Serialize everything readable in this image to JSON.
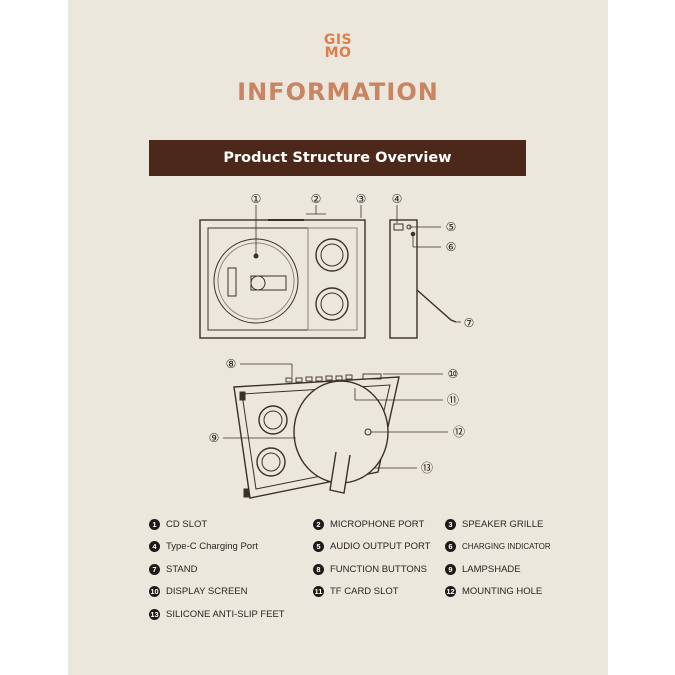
{
  "logo": {
    "line1": "GIS",
    "line2": "MO"
  },
  "title": "INFORMATION",
  "banner": "Product Structure Overview",
  "callouts": [
    "①",
    "②",
    "③",
    "④",
    "⑤",
    "⑥",
    "⑦",
    "⑧",
    "⑨",
    "⑩",
    "⑪",
    "⑫",
    "⑬"
  ],
  "legend": [
    {
      "num": "1",
      "label": "CD SLOT"
    },
    {
      "num": "2",
      "label": "MICROPHONE PORT"
    },
    {
      "num": "3",
      "label": "SPEAKER GRILLE"
    },
    {
      "num": "4",
      "label": "Type-C Charging Port"
    },
    {
      "num": "5",
      "label": "AUDIO OUTPUT PORT"
    },
    {
      "num": "6",
      "label": "CHARGING INDICATOR"
    },
    {
      "num": "7",
      "label": "STAND"
    },
    {
      "num": "8",
      "label": "FUNCTION BUTTONS"
    },
    {
      "num": "9",
      "label": "LAMPSHADE"
    },
    {
      "num": "10",
      "label": "DISPLAY SCREEN"
    },
    {
      "num": "11",
      "label": "TF CARD SLOT"
    },
    {
      "num": "12",
      "label": "MOUNTING HOLE"
    },
    {
      "num": "13",
      "label": "SILICONE ANTI-SLIP FEET"
    }
  ]
}
